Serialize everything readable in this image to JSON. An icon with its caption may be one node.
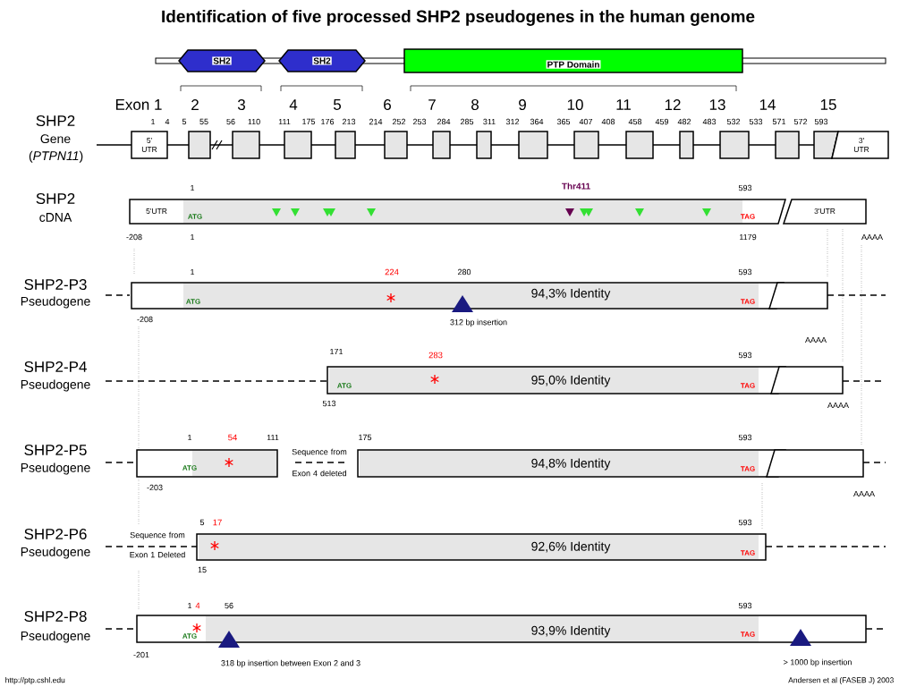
{
  "diagram": {
    "title": "Identification of five processed SHP2 pseudogenes in the human genome",
    "nodes": [
      {
        "text": [
          "SH2"
        ]
      },
      {
        "text": [
          "SH2"
        ]
      },
      {
        "text": [
          "PTP Domain"
        ]
      },
      {
        "text": [
          "5' UTR"
        ],
        "beside": [
          "Exon 1",
          "1",
          "4"
        ]
      },
      {
        "text": [],
        "shape": "box",
        "beside": [
          "2",
          "5",
          "55"
        ]
      },
      {
        "text": [],
        "shape": "box",
        "beside": [
          "3",
          "56",
          "110"
        ]
      },
      {
        "text": [],
        "shape": "box",
        "beside": [
          "4",
          "111",
          "175"
        ]
      },
      {
        "text": [],
        "shape": "box",
        "beside": [
          "5",
          "176",
          "213"
        ]
      },
      {
        "text": [],
        "shape": "box",
        "beside": [
          "6",
          "214",
          "252"
        ]
      },
      {
        "text": [],
        "shape": "box",
        "beside": [
          "7",
          "253",
          "284"
        ]
      },
      {
        "text": [],
        "shape": "box",
        "beside": [
          "8",
          "285",
          "311"
        ]
      },
      {
        "text": [],
        "shape": "box",
        "beside": [
          "9",
          "312",
          "364"
        ]
      },
      {
        "text": [],
        "shape": "box",
        "beside": [
          "10",
          "365",
          "407"
        ]
      },
      {
        "text": [],
        "shape": "box",
        "beside": [
          "11",
          "408",
          "458"
        ]
      },
      {
        "text": [],
        "shape": "box",
        "beside": [
          "12",
          "459",
          "482"
        ]
      },
      {
        "text": [],
        "shape": "box",
        "beside": [
          "13",
          "483",
          "532"
        ]
      },
      {
        "text": [],
        "shape": "box",
        "beside": [
          "14",
          "533",
          "571"
        ]
      },
      {
        "text": [],
        "shape": "box",
        "beside": [
          "15",
          "572",
          "593"
        ]
      },
      {
        "text": [
          "3' UTR"
        ]
      },
      {
        "text": [
          "5'UTR",
          "ATG",
          "TAG"
        ],
        "beside": [
          "1",
          "Thr411",
          "593",
          "-208",
          "1",
          "1179"
        ]
      },
      {
        "text": [
          "3'UTR"
        ]
      },
      {
        "text": [
          "ATG",
          "94,3% Identity",
          "TAG"
        ],
        "beside": [
          "1",
          "224",
          "280",
          "593",
          "-208",
          "312 bp insertion"
        ]
      },
      {
        "text": [],
        "shape": "box"
      },
      {
        "text": [
          "ATG",
          "95,0% Identity",
          "TAG"
        ],
        "beside": [
          "171",
          "283",
          "593",
          "513"
        ]
      },
      {
        "text": [],
        "shape": "box"
      },
      {
        "text": [
          "ATG"
        ],
        "beside": [
          "1",
          "54",
          "111",
          "-203"
        ]
      },
      {
        "text": [
          "94,8% Identity",
          "TAG"
        ],
        "beside": [
          "175",
          "593"
        ]
      },
      {
        "text": [],
        "shape": "box"
      },
      {
        "text": [
          "92,6% Identity",
          "TAG"
        ],
        "beside": [
          "5",
          "17",
          "593",
          "15"
        ]
      },
      {
        "text": [
          "ATG",
          "93,9% Identity",
          "TAG"
        ],
        "beside": [
          "1",
          "4",
          "56",
          "593",
          "-201",
          "318 bp insertion between Exon 2 and 3",
          "> 1000 bp insertion"
        ]
      }
    ],
    "labels": [
      "SHP2",
      "Gene (*PTPN11*)",
      "SHP2",
      "cDNA",
      "AAAA",
      "SHP2-P3",
      "Pseudogene",
      "AAAA",
      "SHP2-P4",
      "Pseudogene",
      "AAAA",
      "SHP2-P5",
      "Pseudogene",
      "Sequence from Exon 4 deleted",
      "AAAA",
      "SHP2-P6",
      "Pseudogene",
      "Sequence from Exon 1 Deleted",
      "SHP2-P8",
      "Pseudogene",
      "http://ptp.cshl.edu",
      "Andersen et al (FASEB J) 2003"
    ]
  }
}
